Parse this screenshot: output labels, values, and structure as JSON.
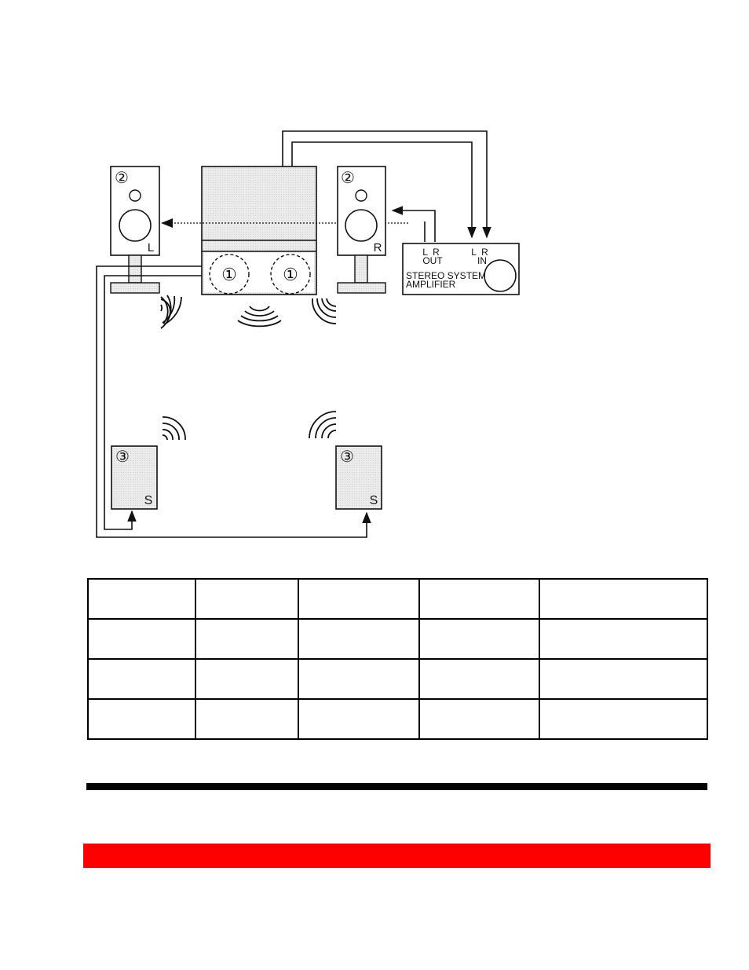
{
  "diagram": {
    "callouts": {
      "main_unit": "①",
      "front_speaker": "②",
      "surround_speaker": "③"
    },
    "speaker_labels": {
      "front_left": "L",
      "front_right": "R",
      "surround_left": "S",
      "surround_right": "S"
    },
    "amplifier": {
      "out_channels": "L  R",
      "out_label": "OUT",
      "in_channels": "L  R",
      "in_label": "IN",
      "name_line1": "STEREO SYSTEM",
      "name_line2": "AMPLIFIER"
    }
  },
  "table": {
    "rows": [
      [
        "",
        "",
        "",
        "",
        ""
      ],
      [
        "",
        "",
        "",
        "",
        ""
      ],
      [
        "",
        "",
        "",
        "",
        ""
      ],
      [
        "",
        "",
        "",
        "",
        ""
      ]
    ]
  },
  "colors": {
    "divider": "#000000",
    "accent_bar": "#ff0000"
  }
}
